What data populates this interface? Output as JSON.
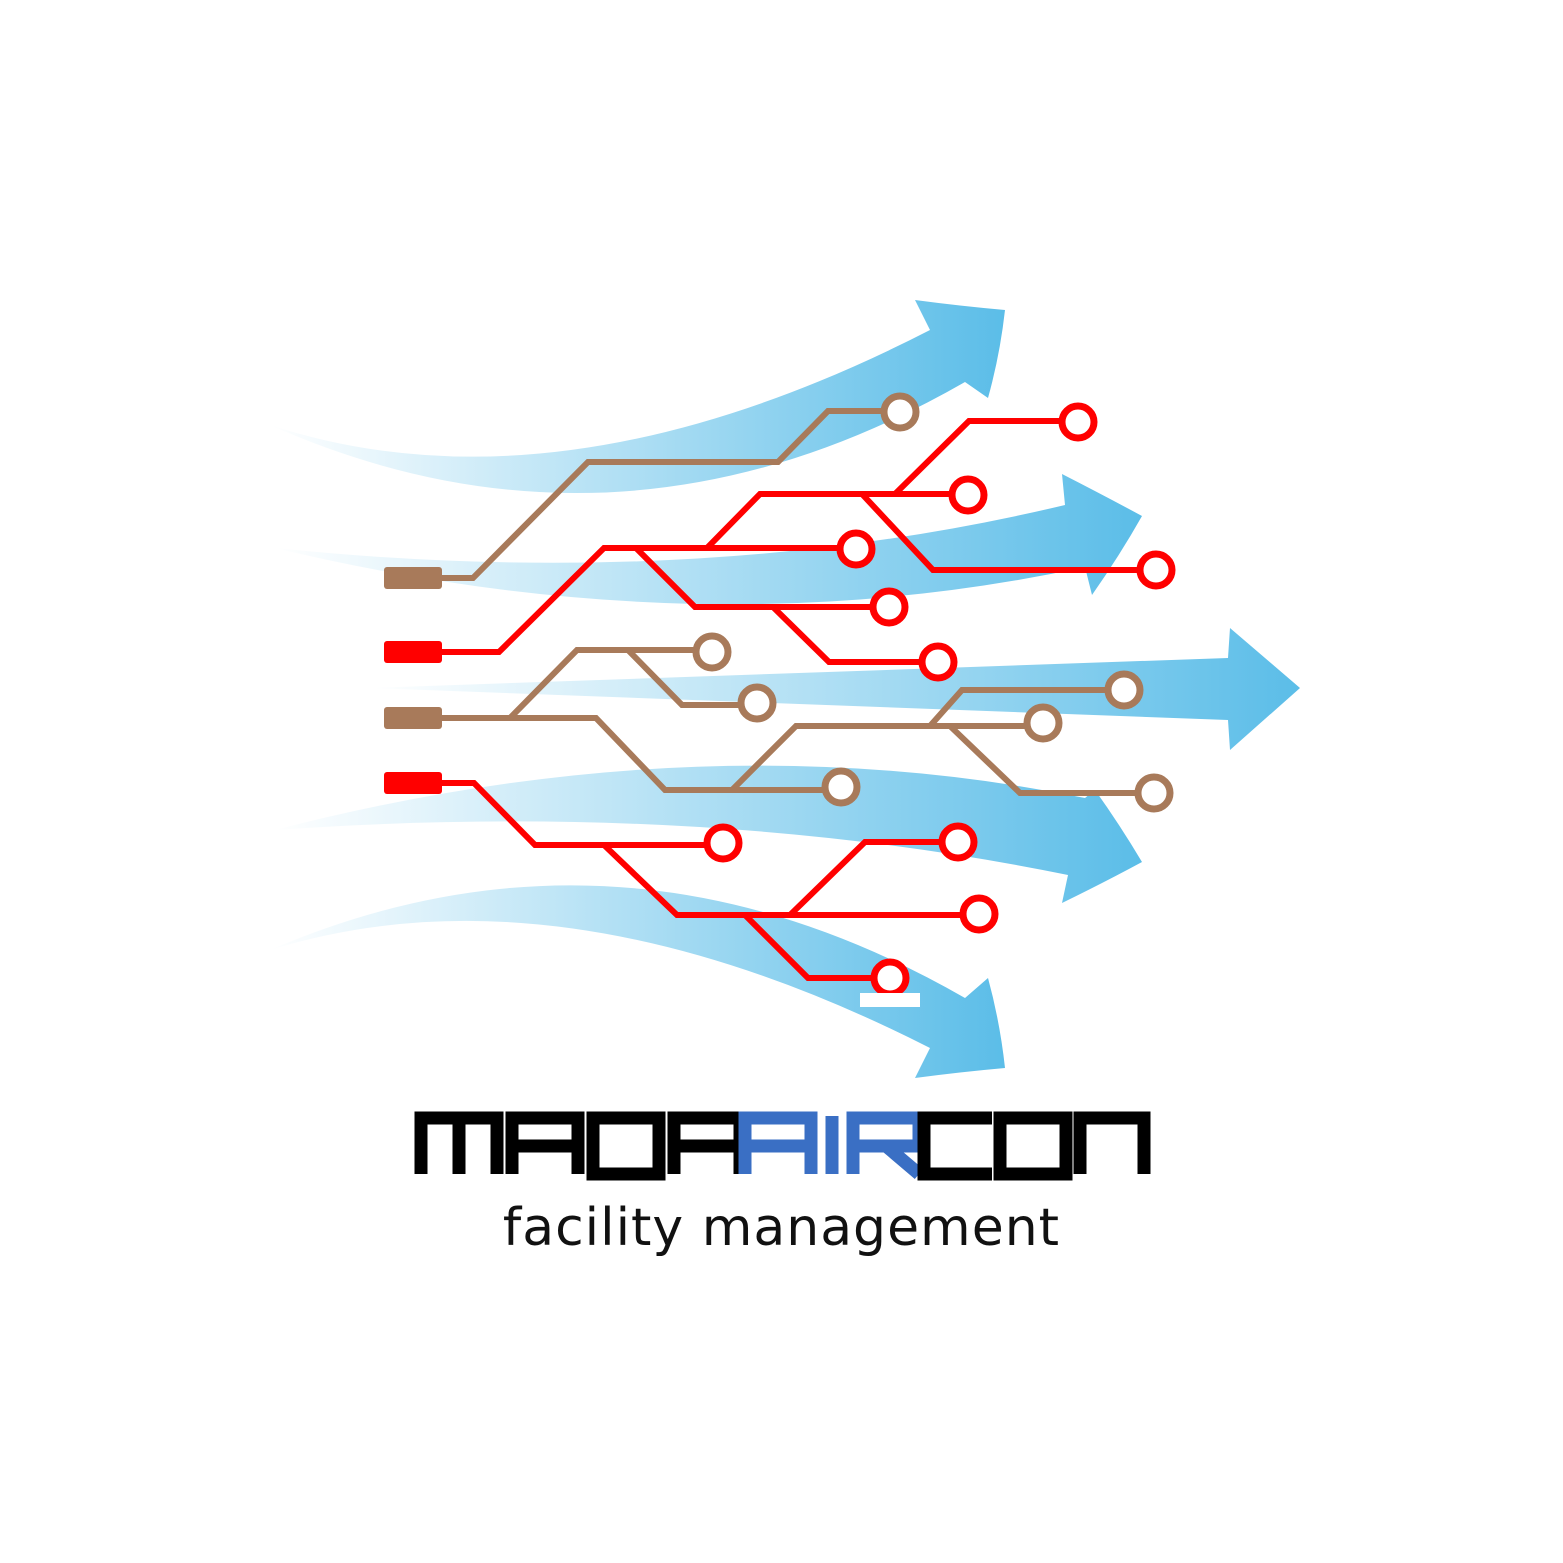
{
  "brand": {
    "part1": "MADA",
    "part2": "AIR",
    "part3": "CON",
    "tagline": "facility management"
  },
  "colors": {
    "background": "#ffffff",
    "arrow_blue": "#5bbde8",
    "circuit_red": "#ff0000",
    "circuit_brown": "#a87a5a",
    "wordmark_black": "#000000",
    "wordmark_blue": "#3a6fc4"
  },
  "icons": [
    "airflow-arrow-icon",
    "circuit-trace-icon"
  ]
}
